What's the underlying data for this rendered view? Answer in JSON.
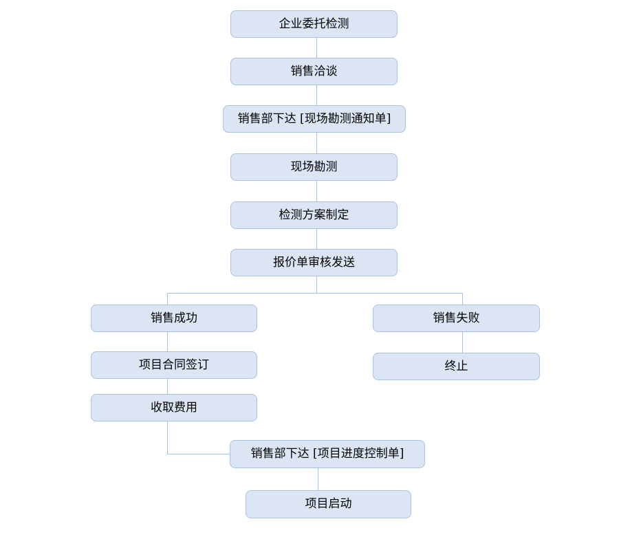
{
  "diagram": {
    "type": "flowchart",
    "direction": "top-down",
    "nodes": [
      {
        "id": "enterprise-commission",
        "label": "企业委托检测"
      },
      {
        "id": "sales-negotiation",
        "label": "销售洽谈"
      },
      {
        "id": "survey-notice",
        "label": "销售部下达 [现场勘测通知单]"
      },
      {
        "id": "site-survey",
        "label": "现场勘测"
      },
      {
        "id": "test-plan",
        "label": "检测方案制定"
      },
      {
        "id": "quotation-review",
        "label": "报价单审核发送"
      },
      {
        "id": "sales-success",
        "label": "销售成功"
      },
      {
        "id": "sales-failure",
        "label": "销售失败"
      },
      {
        "id": "contract-signing",
        "label": "项目合同签订"
      },
      {
        "id": "terminate",
        "label": "终止"
      },
      {
        "id": "fee-collection",
        "label": "收取费用"
      },
      {
        "id": "progress-control",
        "label": "销售部下达 [项目进度控制单]"
      },
      {
        "id": "project-start",
        "label": "项目启动"
      }
    ],
    "edges": [
      {
        "from": "enterprise-commission",
        "to": "sales-negotiation"
      },
      {
        "from": "sales-negotiation",
        "to": "survey-notice"
      },
      {
        "from": "survey-notice",
        "to": "site-survey"
      },
      {
        "from": "site-survey",
        "to": "test-plan"
      },
      {
        "from": "test-plan",
        "to": "quotation-review"
      },
      {
        "from": "quotation-review",
        "to": "sales-success"
      },
      {
        "from": "quotation-review",
        "to": "sales-failure"
      },
      {
        "from": "sales-success",
        "to": "contract-signing"
      },
      {
        "from": "sales-failure",
        "to": "terminate"
      },
      {
        "from": "contract-signing",
        "to": "fee-collection"
      },
      {
        "from": "fee-collection",
        "to": "progress-control"
      },
      {
        "from": "progress-control",
        "to": "project-start"
      }
    ],
    "colors": {
      "node_fill": "#dbe5f3",
      "node_border": "#a9c2e0",
      "connector": "#a3c1e3",
      "text": "#000000",
      "background": "#ffffff"
    }
  }
}
